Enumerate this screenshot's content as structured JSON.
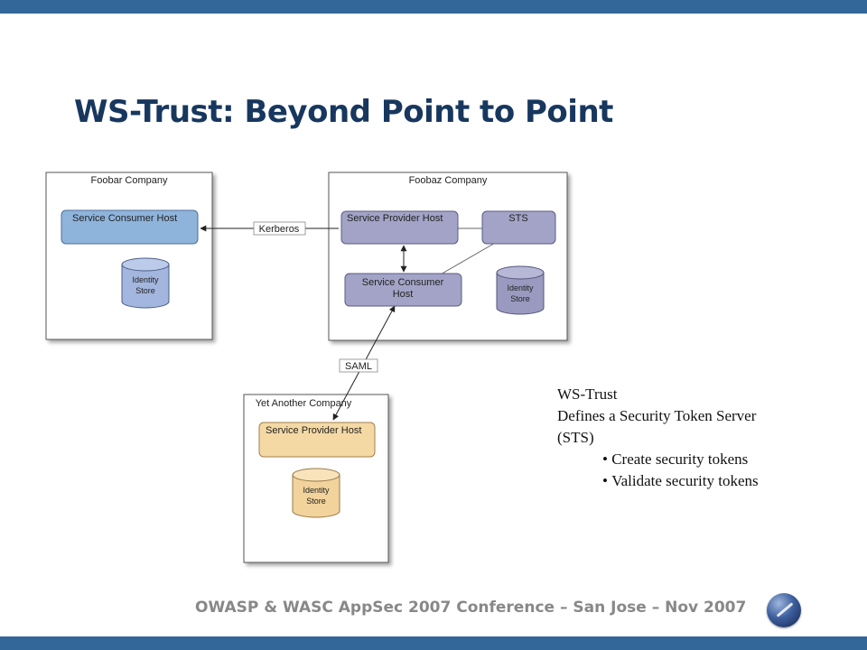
{
  "slide": {
    "title": "WS-Trust: Beyond Point to Point",
    "footer": "OWASP & WASC AppSec 2007 Conference – San Jose – Nov 2007"
  },
  "diagram": {
    "foobar": {
      "company": "Foobar Company",
      "consumer_host": "Service Consumer Host",
      "store": [
        "Identity",
        "Store"
      ]
    },
    "foobaz": {
      "company": "Foobaz Company",
      "provider_host": "Service Provider Host",
      "sts": "STS",
      "consumer_host": [
        "Service Consumer",
        "Host"
      ],
      "store": [
        "Identity",
        "Store"
      ]
    },
    "yet_another": {
      "company": "Yet Another Company",
      "provider_host": "Service Provider Host",
      "store": [
        "Identity",
        "Store"
      ]
    },
    "links": {
      "kerberos": "Kerberos",
      "saml": "SAML"
    },
    "colors": {
      "blue_box": "#8fb4db",
      "purple_box": "#a3a3c7",
      "yellow_box": "#f5d9a4"
    }
  },
  "notes": {
    "heading": "WS-Trust",
    "line1": "Defines a Security Token Server",
    "line2": "(STS)",
    "bullets": [
      "Create security tokens",
      "Validate security tokens"
    ]
  }
}
